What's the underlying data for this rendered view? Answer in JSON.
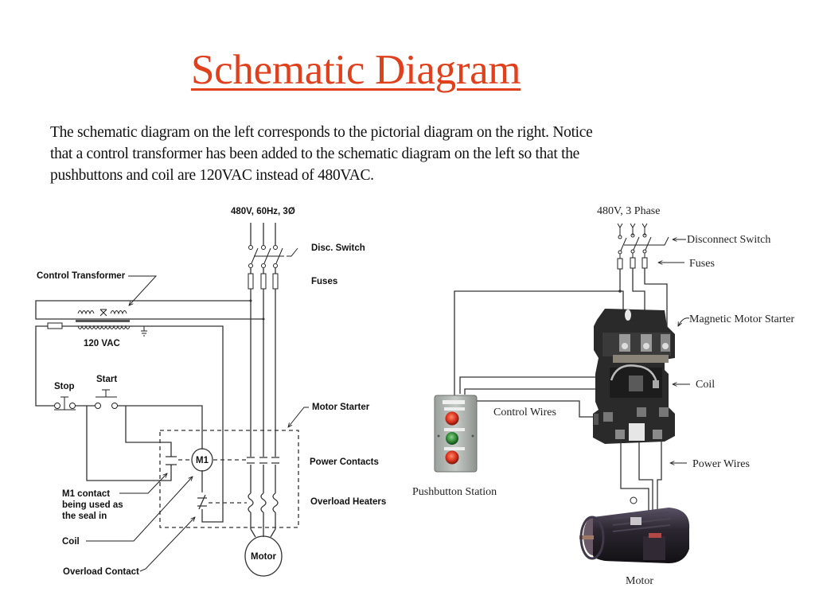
{
  "title": "Schematic Diagram",
  "intro": {
    "lines": [
      "The schematic diagram on the left corresponds to the pictorial diagram on the right.  Notice",
      "that a control transformer has been added to the schematic diagram on the left so that the",
      "pushbuttons and coil are 120VAC instead of 480VAC."
    ]
  },
  "schematic": {
    "supply": "480V, 60Hz, 3Ø",
    "disc_switch": "Disc. Switch",
    "fuses": "Fuses",
    "control_transformer": "Control Transformer",
    "secondary_voltage": "120 VAC",
    "stop": "Stop",
    "start": "Start",
    "motor_starter": "Motor Starter",
    "coil_symbol": "M1",
    "power_contacts": "Power Contacts",
    "overload_heaters": "Overload Heaters",
    "m1_contact_lines": [
      "M1 contact",
      "being used as",
      "the seal in"
    ],
    "coil": "Coil",
    "overload_contact": "Overload Contact",
    "motor": "Motor"
  },
  "pictorial": {
    "supply": "480V, 3 Phase",
    "disconnect_switch": "Disconnect Switch",
    "fuses": "Fuses",
    "magnetic_motor_starter": "Magnetic Motor Starter",
    "coil": "Coil",
    "control_wires": "Control Wires",
    "power_wires": "Power Wires",
    "pushbutton_station": "Pushbutton Station",
    "motor": "Motor"
  },
  "colors": {
    "title": "#e0401c",
    "stop_button": "#d8321e",
    "start_button": "#2f8a35",
    "starter_body": "#2a2a2a",
    "motor_body": "#2b2630"
  }
}
